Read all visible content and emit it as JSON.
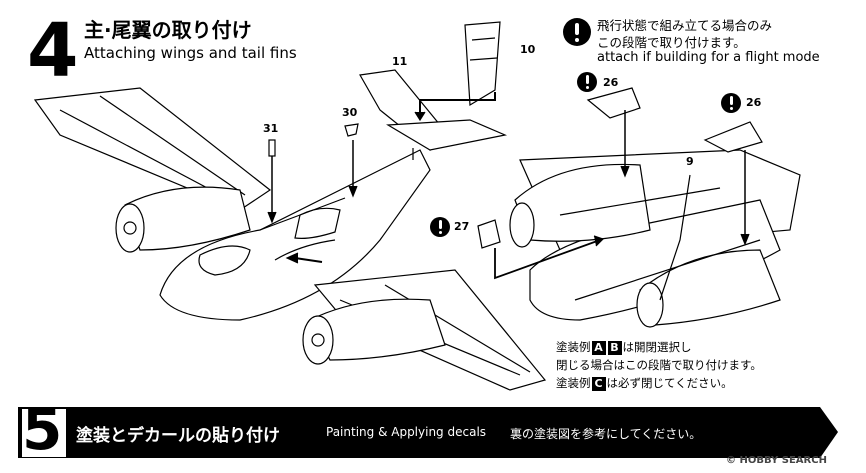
{
  "step4": {
    "number": "4",
    "title_jp": "主·尾翼の取り付け",
    "title_en": "Attaching wings and tail fins"
  },
  "note": {
    "line1": "飛行状態で組み立てる場合のみ",
    "line2": "この段階で取り付けます。",
    "line3": "attach if building for a flight mode"
  },
  "part_numbers": {
    "p10": "10",
    "p11": "11",
    "p30": "30",
    "p31": "31",
    "p26a": "26",
    "p26b": "26",
    "p27": "27",
    "p9": "9"
  },
  "paint_note": {
    "line1_pre": "塗装例",
    "box_a": "A",
    "box_b": "B",
    "line1_post": "は開閉選択し",
    "line2": "閉じる場合はこの段階で取り付けます。",
    "line3_pre": "塗装例",
    "box_c": "C",
    "line3_post": "は必ず閉じてください。"
  },
  "step5": {
    "number": "5",
    "title_jp": "塗装とデカールの貼り付け",
    "title_en": "Painting & Applying decals",
    "reference": "裏の塗装図を参考にしてください。"
  },
  "watermark": "© HOBBY SEARCH"
}
